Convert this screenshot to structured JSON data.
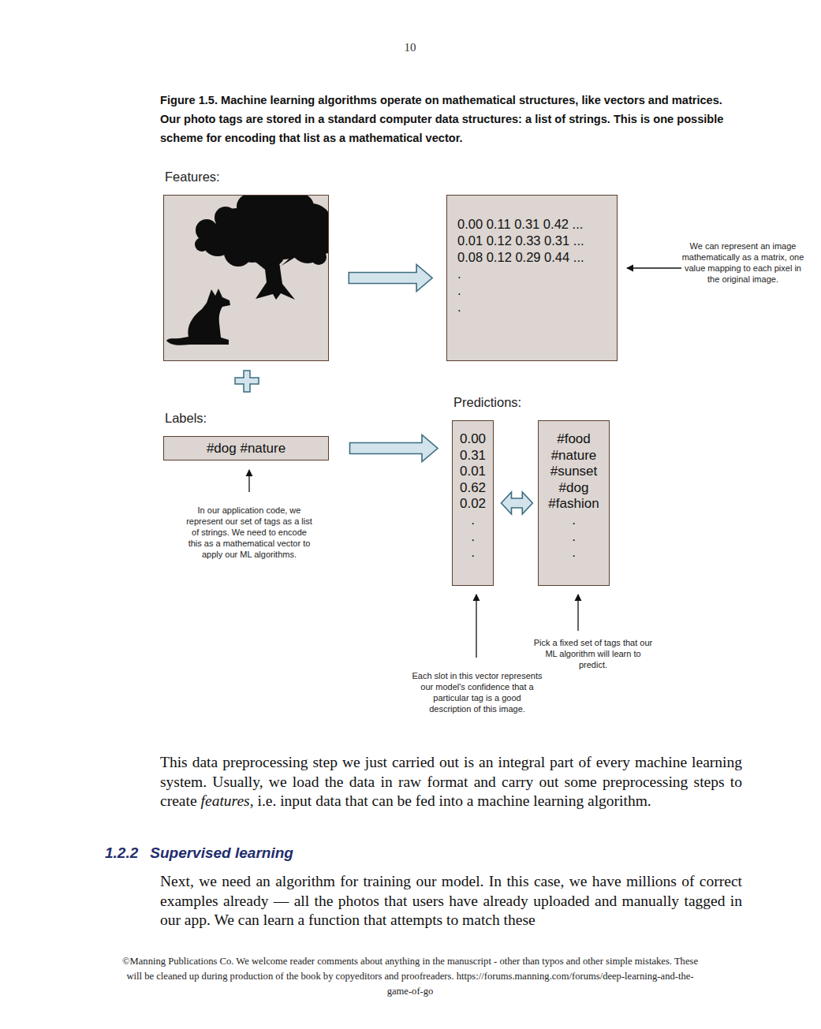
{
  "diagram": {
    "caption": "Figure 1.5. Machine learning algorithms operate on mathematical structures, like vectors and matrices. Our photo tags are stored in a standard computer data structures: a list of strings. This is one possible scheme for encoding that list as a mathematical vector.",
    "nodes": [
      {
        "text": [
          "Features:"
        ]
      },
      {
        "text": [
          "0.00 0.11 0.31 0.42 ...",
          "0.01 0.12 0.33 0.31 ...",
          "0.08 0.12 0.29 0.44 ...",
          ".",
          ".",
          "."
        ]
      },
      {
        "text": [
          "Labels:",
          "#dog #nature"
        ]
      },
      {
        "text": [
          "Predictions:",
          "0.00",
          "0.31",
          "0.01",
          "0.62",
          "0.02",
          ".",
          ".",
          "."
        ]
      },
      {
        "text": [
          "#food",
          "#nature",
          "#sunset",
          "#dog",
          "#fashion",
          ".",
          ".",
          "."
        ]
      }
    ],
    "edges": [
      {
        "from": 0,
        "to": 1,
        "arrow": "to"
      },
      {
        "from": 2,
        "to": 3,
        "arrow": "to"
      },
      {
        "from": 3,
        "to": 4,
        "arrow": "both"
      }
    ],
    "labels": [
      "10",
      "We can represent an image mathematically as a matrix, one value mapping to each pixel in the original image.",
      "In our application code, we represent our set of tags as a list of strings. We need to encode this as a mathematical vector to apply our ML algorithms.",
      "Each slot in this vector represents our model's confidence that a particular tag is a good description of this image.",
      "Pick a fixed set of tags that our ML algorithm will learn to predict.",
      "This data preprocessing step we just carried out is an integral part of every machine learning system. Usually, we load the data in raw format and carry out some preprocessing steps to create",
      "features",
      ", i.e. input data that can be fed into a machine learning algorithm.",
      "1.2.2",
      "Supervised learning",
      "Next, we need an algorithm for training our model. In this case, we have millions of correct examples already — all the photos that users have already uploaded and manually tagged in our app. We can learn a function that attempts to match these",
      "©Manning Publications Co. We welcome reader comments about anything in the manuscript - other than typos and other simple mistakes. These will be cleaned up during production of the book by copyeditors and proofreaders. https://forums.manning.com/forums/deep-learning-and-the-game-of-go"
    ]
  }
}
